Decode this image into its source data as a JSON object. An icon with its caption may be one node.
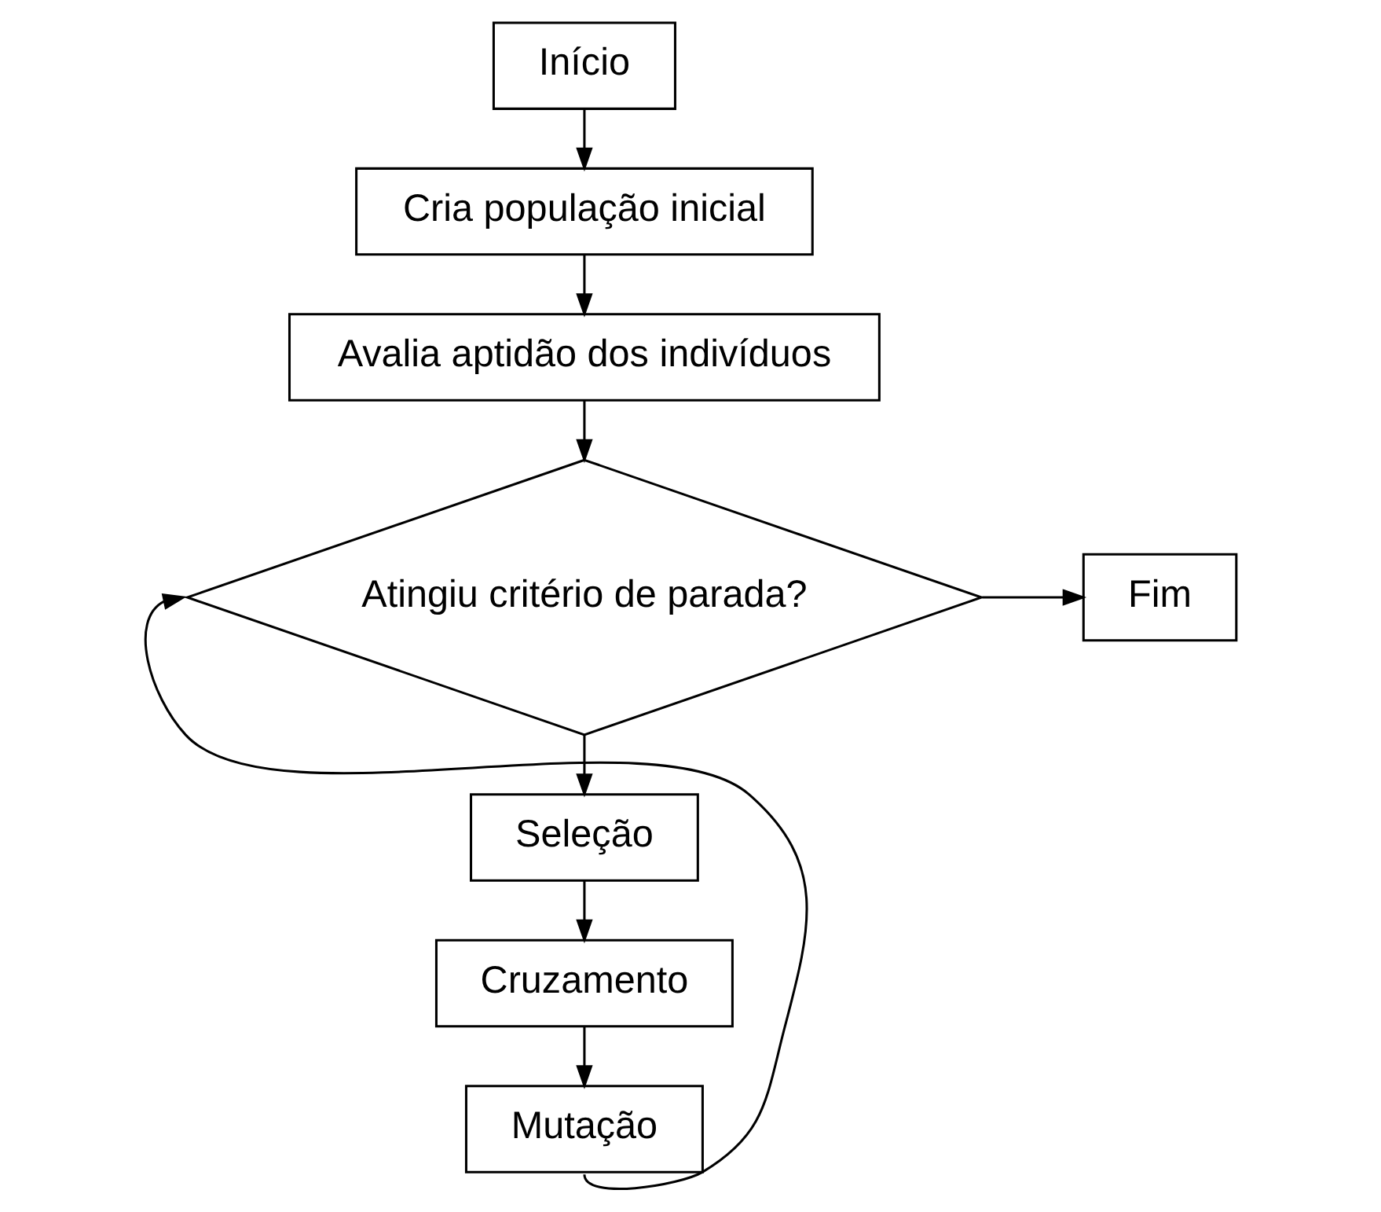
{
  "diagram": {
    "nodes": [
      {
        "text": [
          "Início"
        ]
      },
      {
        "text": [
          "Cria população inicial"
        ]
      },
      {
        "text": [
          "Avalia aptidão dos indivíduos"
        ]
      },
      {
        "text": [
          "Atingiu critério de parada?"
        ]
      },
      {
        "text": [
          "Fim"
        ]
      },
      {
        "text": [
          "Seleção"
        ]
      },
      {
        "text": [
          "Cruzamento"
        ]
      },
      {
        "text": [
          "Mutação"
        ]
      }
    ],
    "edges": [
      {
        "from": 0,
        "to": 1,
        "arrow": "to"
      },
      {
        "from": 1,
        "to": 2,
        "arrow": "to"
      },
      {
        "from": 2,
        "to": 3,
        "arrow": "to"
      },
      {
        "from": 3,
        "to": 4,
        "arrow": "to"
      },
      {
        "from": 3,
        "to": 5,
        "arrow": "to"
      },
      {
        "from": 5,
        "to": 6,
        "arrow": "to"
      },
      {
        "from": 6,
        "to": 7,
        "arrow": "to"
      },
      {
        "from": 7,
        "to": 3,
        "arrow": "to"
      }
    ]
  }
}
